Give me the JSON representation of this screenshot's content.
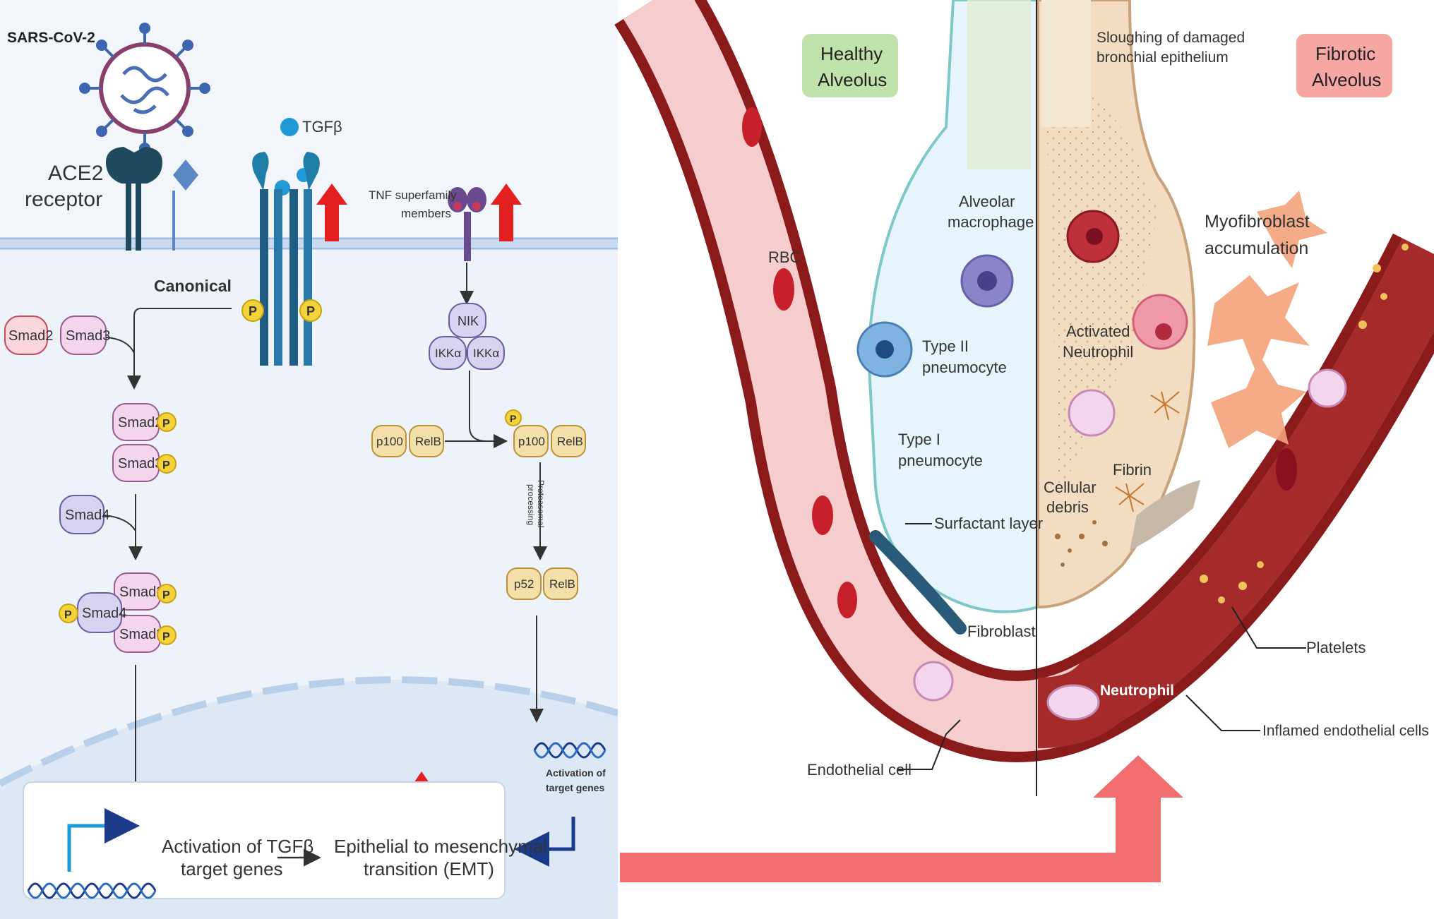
{
  "left": {
    "virus_label": "SARS-CoV-2",
    "ace2_label_line1": "ACE2",
    "ace2_label_line2": "receptor",
    "tgfb_label": "TGFβ",
    "tnf_label_line1": "TNF superfamily",
    "tnf_label_line2": "members",
    "canonical_label": "Canonical",
    "p_label": "P",
    "smad2": "Smad2",
    "smad3": "Smad3",
    "smad4": "Smad4",
    "nik": "NIK",
    "ikka": "IKKα",
    "p100": "p100",
    "relb": "RelB",
    "p52": "p52",
    "proteasomal_line1": "Proteasomal",
    "proteasomal_line2": "processing",
    "activation_target_line1": "Activation of",
    "activation_target_line2": "target genes",
    "tgfb_genes_line1": "Activation of TGFβ",
    "tgfb_genes_line2": "target genes",
    "emt_line1": "Epithelial to mesenchymal",
    "emt_line2": "transition (EMT)"
  },
  "right": {
    "healthy_line1": "Healthy",
    "healthy_line2": "Alveolus",
    "fibrotic_line1": "Fibrotic",
    "fibrotic_line2": "Alveolus",
    "sloughing_line1": "Sloughing of damaged",
    "sloughing_line2": "bronchial epithelium",
    "alv_macrophage_line1": "Alveolar",
    "alv_macrophage_line2": "macrophage",
    "rbc": "RBC",
    "type2_line1": "Type II",
    "type2_line2": "pneumocyte",
    "type1_line1": "Type I",
    "type1_line2": "pneumocyte",
    "surfactant": "Surfactant layer",
    "fibroblast": "Fibroblast",
    "endothelial": "Endothelial cell",
    "myofibroblast_line1": "Myofibroblast",
    "myofibroblast_line2": "accumulation",
    "activated_line1": "Activated",
    "activated_line2": "Neutrophil",
    "cellular_line1": "Cellular",
    "cellular_line2": "debris",
    "fibrin": "Fibrin",
    "platelets": "Platelets",
    "neutrophil": "Neutrophil",
    "inflamed": "Inflamed endothelial cells"
  },
  "colors": {
    "membrane": "#c9daf0",
    "smad_pink": "#f3d6ee",
    "smad_lav": "#d8d3f0",
    "p_yellow": "#f3d23a",
    "nfkb_tan": "#f3dfa8",
    "red_arrow": "#e41f1f",
    "salmon_arrow": "#f26d6d",
    "healthy_box": "#bfe3ab",
    "fibrotic_box": "#f6a7a3",
    "vessel_dark": "#8b1a1a",
    "vessel_light": "#f6cccc"
  }
}
